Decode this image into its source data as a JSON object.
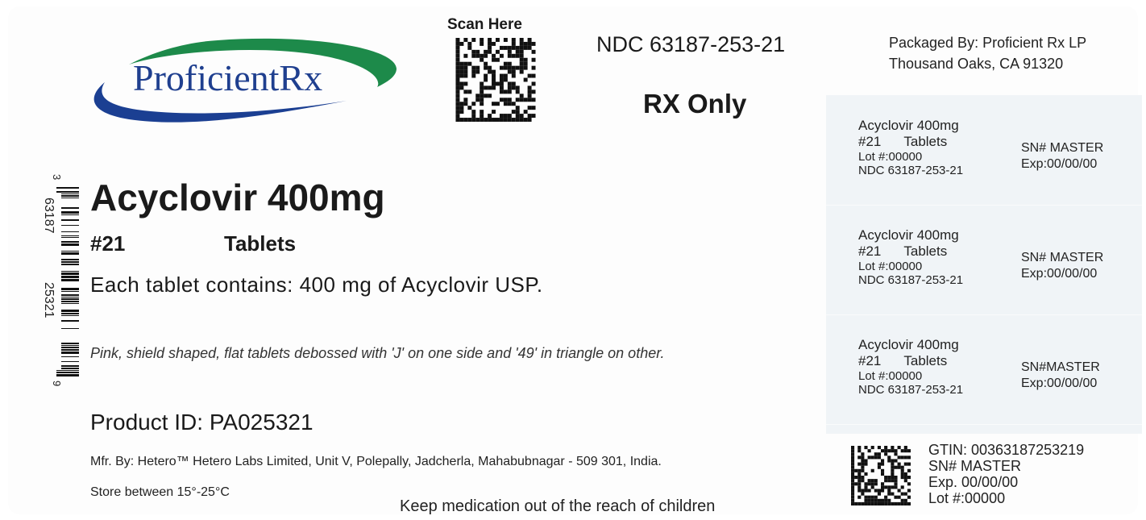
{
  "logo": {
    "text": "ProficientRx"
  },
  "scan_title": "Scan Here",
  "ndc": "NDC 63187-253-21",
  "rx_only": "RX Only",
  "packager": {
    "line1": "Packaged By: Proficient Rx LP",
    "line2": "Thousand Oaks, CA 91320"
  },
  "barcode_text": [
    "3",
    "63187",
    "25321",
    "9"
  ],
  "drug": {
    "name": "Acyclovir 400mg",
    "count": "#21",
    "form": "Tablets",
    "contains": "Each tablet contains: 400 mg of Acyclovir USP.",
    "description": "Pink, shield shaped, flat tablets debossed with 'J' on one side and '49' in triangle on other.",
    "product_id": "Product ID: PA025321",
    "mfr": "Mfr. By: Hetero™  Hetero Labs Limited, Unit V, Polepally, Jadcherla, Mahabubnagar - 509 301, India.",
    "store": "Store between 15°-25°C",
    "keep": "Keep medication out of the reach of children"
  },
  "stubs": [
    {
      "name": "Acyclovir 400mg",
      "count": "#21",
      "form": "Tablets",
      "lot": "Lot #:00000",
      "ndc": "NDC 63187-253-21",
      "sn": "SN# MASTER",
      "exp": "Exp:00/00/00"
    },
    {
      "name": "Acyclovir 400mg",
      "count": "#21",
      "form": "Tablets",
      "lot": "Lot #:00000",
      "ndc": "NDC 63187-253-21",
      "sn": "SN# MASTER",
      "exp": "Exp:00/00/00"
    },
    {
      "name": "Acyclovir 400mg",
      "count": "#21",
      "form": "Tablets",
      "lot": "Lot #:00000",
      "ndc": "NDC 63187-253-21",
      "sn": "SN#MASTER",
      "exp": "Exp:00/00/00"
    }
  ],
  "serial": {
    "gtin": "GTIN: 00363187253219",
    "sn": "SN# MASTER",
    "exp": "Exp.  00/00/00",
    "lot": "Lot #:00000"
  },
  "colors": {
    "logo_text": "#1f3f8f",
    "logo_swoosh_blue": "#1b3f92",
    "logo_swoosh_green": "#1d8a4a",
    "stub_bg": "#f0f4f7"
  }
}
